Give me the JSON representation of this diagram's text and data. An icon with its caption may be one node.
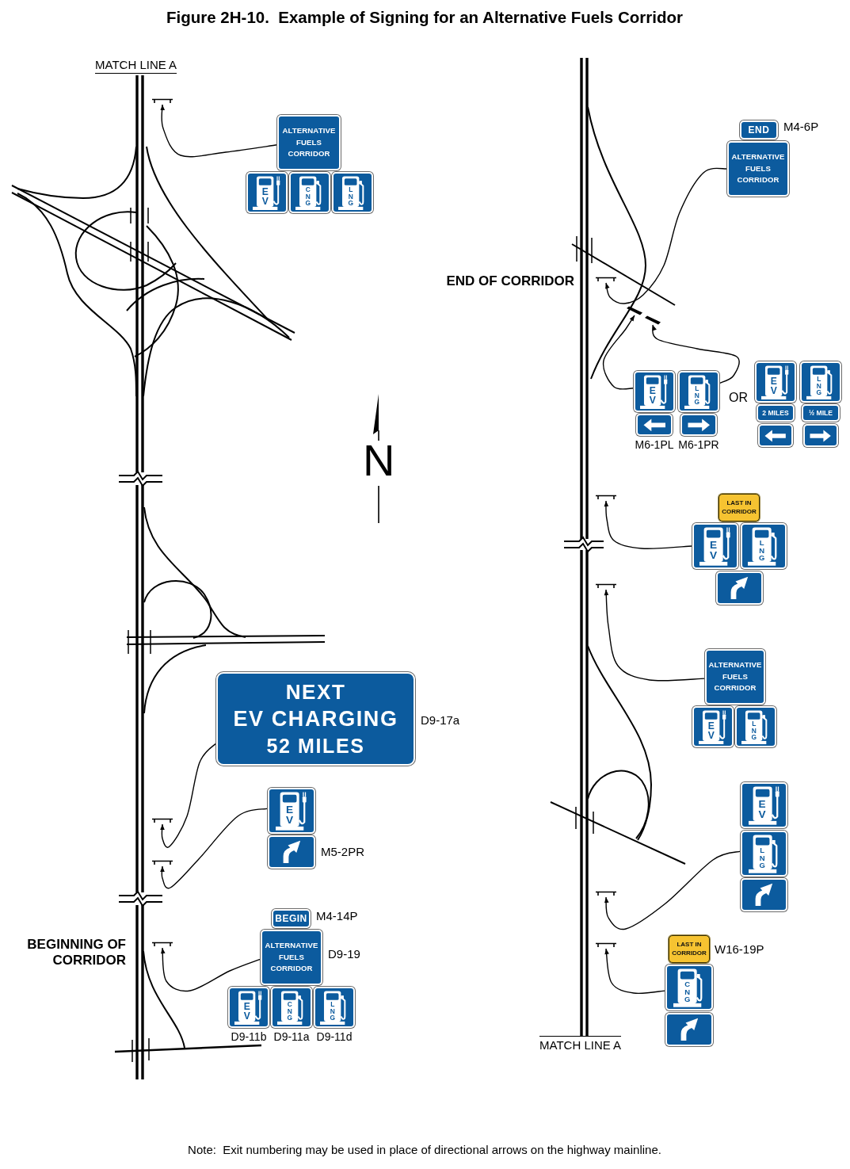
{
  "diagram": {
    "title": "Figure 2H-10.  Example of Signing for an Alternative Fuels Corridor",
    "caption": "Note:  Exit numbering may be used in place of directional arrows on the highway mainline.",
    "nodes": [
      {
        "text": [
          "ALTERNATIVE FUELS CORRIDOR"
        ]
      },
      {
        "text": [
          "EV"
        ]
      },
      {
        "text": [
          "CNG"
        ]
      },
      {
        "text": [
          "LNG"
        ]
      },
      {
        "text": [],
        "shape": "bar"
      },
      {
        "text": [
          "NEXT",
          "EV CHARGING",
          "52 MILES"
        ],
        "beside": [
          "D9-17a"
        ]
      },
      {
        "text": [],
        "shape": "bar"
      },
      {
        "text": [
          "EV"
        ]
      },
      {
        "text": [],
        "shape": "box",
        "beside": [
          "M5-2PR"
        ]
      },
      {
        "text": [],
        "shape": "bar"
      },
      {
        "text": [
          "BEGIN"
        ],
        "beside": [
          "M4-14P"
        ]
      },
      {
        "text": [
          "ALTERNATIVE FUELS CORRIDOR"
        ],
        "beside": [
          "D9-19"
        ]
      },
      {
        "text": [
          "EV"
        ],
        "beside": [
          "D9-11b"
        ]
      },
      {
        "text": [
          "CNG"
        ],
        "beside": [
          "D9-11a"
        ]
      },
      {
        "text": [
          "LNG"
        ],
        "beside": [
          "D9-11d"
        ]
      },
      {
        "text": [],
        "shape": "bar"
      },
      {
        "text": [
          "END"
        ],
        "beside": [
          "M4-6P"
        ]
      },
      {
        "text": [
          "ALTERNATIVE FUELS CORRIDOR"
        ]
      },
      {
        "text": [],
        "shape": "bar"
      },
      {
        "text": [
          "EV"
        ]
      },
      {
        "text": [],
        "shape": "box",
        "beside": [
          "M6-1PL"
        ]
      },
      {
        "text": [
          "LNG"
        ]
      },
      {
        "text": [],
        "shape": "box",
        "beside": [
          "M6-1PR"
        ]
      },
      {
        "text": [],
        "shape": "bar"
      },
      {
        "text": [],
        "shape": "bar"
      },
      {
        "text": [
          "EV"
        ]
      },
      {
        "text": [
          "2 MILES"
        ]
      },
      {
        "text": [],
        "shape": "box"
      },
      {
        "text": [
          "LNG"
        ]
      },
      {
        "text": [
          "½ MILE"
        ]
      },
      {
        "text": [],
        "shape": "box"
      },
      {
        "text": [
          "LAST IN CORRIDOR"
        ]
      },
      {
        "text": [
          "EV"
        ]
      },
      {
        "text": [
          "LNG"
        ]
      },
      {
        "text": [],
        "shape": "box"
      },
      {
        "text": [],
        "shape": "bar"
      },
      {
        "text": [
          "ALTERNATIVE FUELS CORRIDOR"
        ]
      },
      {
        "text": [
          "EV"
        ]
      },
      {
        "text": [
          "LNG"
        ]
      },
      {
        "text": [],
        "shape": "bar"
      },
      {
        "text": [
          "EV"
        ]
      },
      {
        "text": [
          "LNG"
        ]
      },
      {
        "text": [],
        "shape": "box"
      },
      {
        "text": [],
        "shape": "bar"
      },
      {
        "text": [
          "LAST IN CORRIDOR"
        ],
        "beside": [
          "W16-19P"
        ]
      },
      {
        "text": [
          "CNG"
        ]
      },
      {
        "text": [],
        "shape": "box"
      },
      {
        "text": [],
        "shape": "bar"
      }
    ],
    "edges": [
      {
        "from": 0,
        "to": 4,
        "arrow": "to"
      },
      {
        "from": 5,
        "to": 6,
        "arrow": "to"
      },
      {
        "from": 7,
        "to": 9,
        "arrow": "to"
      },
      {
        "from": 11,
        "to": 15,
        "arrow": "to"
      },
      {
        "from": 17,
        "to": 18,
        "arrow": "to"
      },
      {
        "from": 19,
        "to": 23,
        "arrow": "to"
      },
      {
        "from": 21,
        "to": 24,
        "arrow": "to"
      },
      {
        "from": 32,
        "to": 35,
        "arrow": "to"
      },
      {
        "from": 36,
        "to": 39,
        "arrow": "to"
      },
      {
        "from": 41,
        "to": 43,
        "arrow": "to"
      },
      {
        "from": 45,
        "to": 47,
        "arrow": "to"
      }
    ],
    "labels": [
      "MATCH LINE A",
      "END OF CORRIDOR",
      "OR",
      "N",
      "BEGINNING OF CORRIDOR",
      "MATCH LINE A"
    ]
  }
}
